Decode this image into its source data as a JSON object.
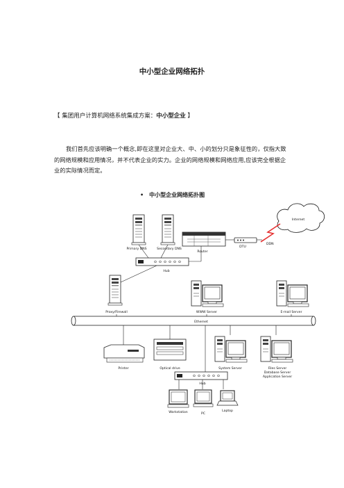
{
  "document": {
    "title": "中小型企业网络拓扑",
    "scheme_prefix": "【  集团用户计算机网络系统集成方案：",
    "scheme_bold": "中小型企业",
    "scheme_suffix": "  】",
    "paragraph": "我们首先应该明确一个概念,即在这里对企业大、中、小的划分只是象征性的，仅指大致的网络规模和应用情况，并不代表企业的实力。企业的网络规模和网络应用,应该完全根据企业的实际情况而定。",
    "bullet_symbol": "•",
    "diagram_heading": "中小型企业网络拓扑图"
  },
  "diagram": {
    "labels": {
      "internet": "Internet",
      "primary_dns": "Primary DNS",
      "secondary_dns": "Secondary DNS",
      "router": "Router",
      "dtu": "DTU",
      "ddn": "DDN",
      "hub_top": "Hub",
      "proxy": "Proxy/Firewall",
      "www": "WWW Server",
      "email": "E-mail Server",
      "ethernet": "Ethernet",
      "printer": "Printer",
      "optical": "Optical drive",
      "system_server": "System Server",
      "files_server": "Files Server",
      "database_server": "Database Server",
      "application_server": "Application Server",
      "hub_bottom": "Hub",
      "workstation": "Workstation",
      "pc": "PC",
      "laptop": "Laptop"
    }
  }
}
